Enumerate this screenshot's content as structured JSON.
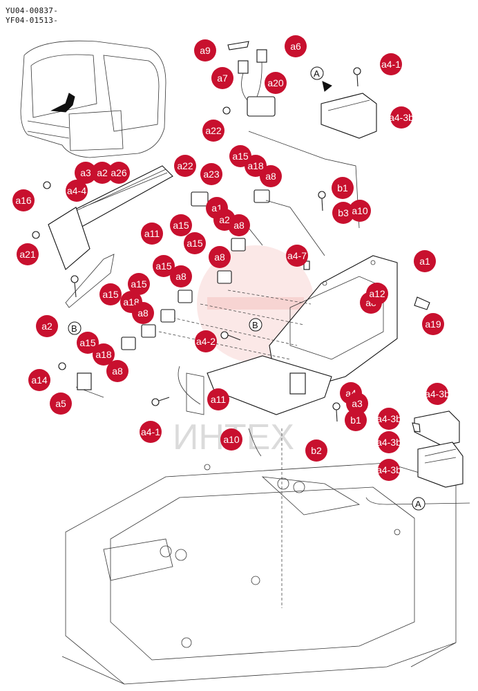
{
  "doc_refs": [
    "YU04-00837-",
    "YF04-01513-"
  ],
  "callouts": [
    "a9",
    "a6",
    "a7",
    "a20",
    "a4-1",
    "a22",
    "a4-3b",
    "a1",
    "a3",
    "a2",
    "a26",
    "a4-4",
    "a16",
    "a22",
    "a23",
    "a8",
    "a18",
    "a15",
    "a11",
    "a21",
    "a15",
    "a8",
    "a15",
    "a8",
    "a15",
    "a1",
    "a2",
    "a8",
    "a15",
    "a8",
    "a15",
    "a18",
    "a8",
    "a2",
    "a15",
    "a18",
    "a8",
    "a14",
    "a5",
    "a4-2",
    "a11",
    "a4-1",
    "a10",
    "a12",
    "a19",
    "b1",
    "b3",
    "a10",
    "a4-7",
    "a4",
    "a3",
    "b1",
    "b2",
    "a4-3b",
    "a4-3b",
    "a4-3b",
    "a4-3b"
  ],
  "view_markers": {
    "a_label": "A",
    "b_label": "B"
  },
  "watermark": "ИНТЕХ",
  "colors": {
    "callout": "#c8102e",
    "line": "#222222",
    "watermark": "#e35a52"
  }
}
